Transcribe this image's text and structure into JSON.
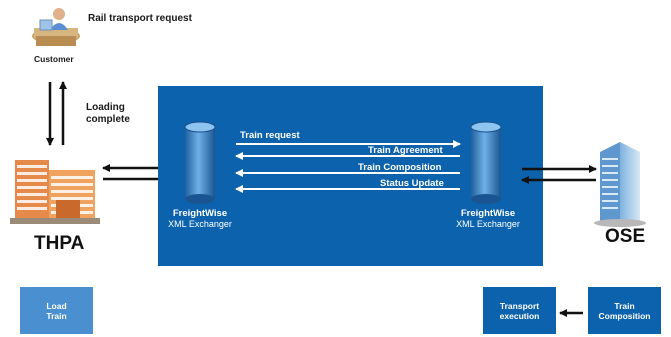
{
  "customer": {
    "title": "Rail transport request",
    "label": "Customer"
  },
  "loading_note": "Loading complete",
  "thpa_label": "THPA",
  "ose_label": "OSE",
  "exchanger_left": {
    "name": "FreightWise",
    "sub": "XML Exchanger"
  },
  "exchanger_right": {
    "name": "FreightWise",
    "sub": "XML Exchanger"
  },
  "messages": {
    "train_request": "Train request",
    "train_agreement": "Train Agreement",
    "train_composition": "Train Composition",
    "status_update": "Status Update"
  },
  "boxes": {
    "load_train": "Load Train",
    "transport_execution": "Transport execution",
    "train_composition": "Train Composition"
  },
  "colors": {
    "panel": "#0d62ad",
    "box_light": "#4a90d0",
    "box_dark": "#0d62ad"
  }
}
